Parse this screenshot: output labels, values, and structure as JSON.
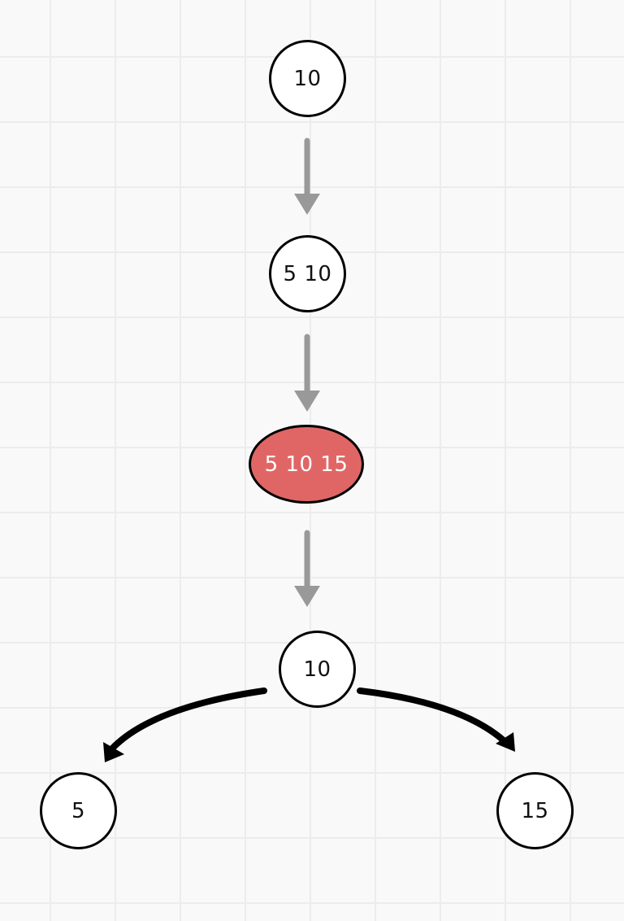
{
  "colors": {
    "background": "#f9f9f9",
    "grid": "#ececec",
    "node_fill": "#ffffff",
    "node_stroke": "#000000",
    "overflow_fill": "#e06666",
    "overflow_text": "#ffffff",
    "step_arrow": "#999999",
    "tree_edge": "#000000"
  },
  "steps": [
    {
      "label": "10"
    },
    {
      "label": "5 10"
    },
    {
      "label": "5 10 15"
    }
  ],
  "tree": {
    "root": {
      "label": "10"
    },
    "left_child": {
      "label": "5"
    },
    "right_child": {
      "label": "15"
    }
  }
}
